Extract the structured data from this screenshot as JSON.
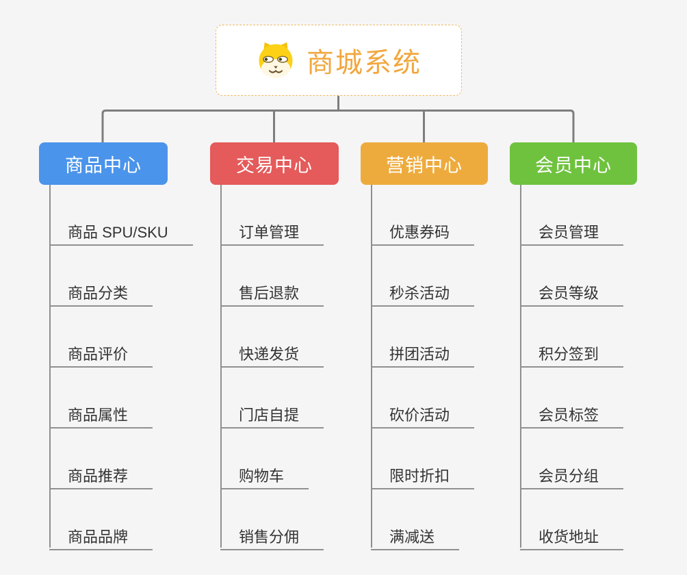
{
  "root": {
    "title": "商城系统",
    "icon": "doge-icon",
    "text_color": "#f1a73e",
    "border_color": "#edb961"
  },
  "connector_color": "#7d7d7d",
  "line_color": "#8f8f8f",
  "leaf_text_color": "#333333",
  "branches": [
    {
      "label": "商品中心",
      "color": "#4b94eb",
      "children": [
        "商品 SPU/SKU",
        "商品分类",
        "商品评价",
        "商品属性",
        "商品推荐",
        "商品品牌"
      ]
    },
    {
      "label": "交易中心",
      "color": "#e55a5a",
      "children": [
        "订单管理",
        "售后退款",
        "快递发货",
        "门店自提",
        "购物车",
        "销售分佣"
      ]
    },
    {
      "label": "营销中心",
      "color": "#eeab3d",
      "children": [
        "优惠券码",
        "秒杀活动",
        "拼团活动",
        "砍价活动",
        "限时折扣",
        "满减送"
      ]
    },
    {
      "label": "会员中心",
      "color": "#6fc23e",
      "children": [
        "会员管理",
        "会员等级",
        "积分签到",
        "会员标签",
        "会员分组",
        "收货地址"
      ]
    }
  ]
}
